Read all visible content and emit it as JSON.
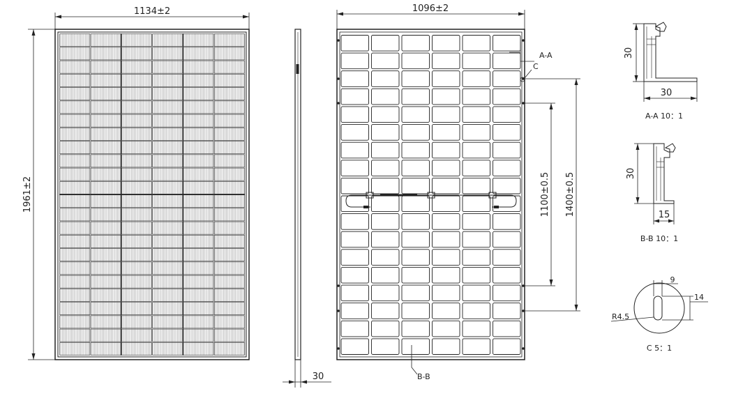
{
  "front_view": {
    "width_dim": "1134±2",
    "height_dim": "1961±2"
  },
  "side_view": {
    "thickness_dim": "30"
  },
  "rear_view": {
    "width_dim": "1096±2",
    "hole_spacing_inner_dim": "1100±0.5",
    "hole_spacing_outer_dim": "1400±0.5",
    "section_callout_a": "A-A",
    "detail_callout_c": "C",
    "section_callout_b": "B-B"
  },
  "section_a": {
    "height_dim": "30",
    "width_dim": "30",
    "title": "A-A 10：1"
  },
  "section_b": {
    "height_dim": "30",
    "width_dim": "15",
    "title": "B-B 10：1"
  },
  "detail_c": {
    "width_dim": "9",
    "length_dim": "14",
    "radius_dim": "R4.5",
    "title": "C  5：1"
  }
}
